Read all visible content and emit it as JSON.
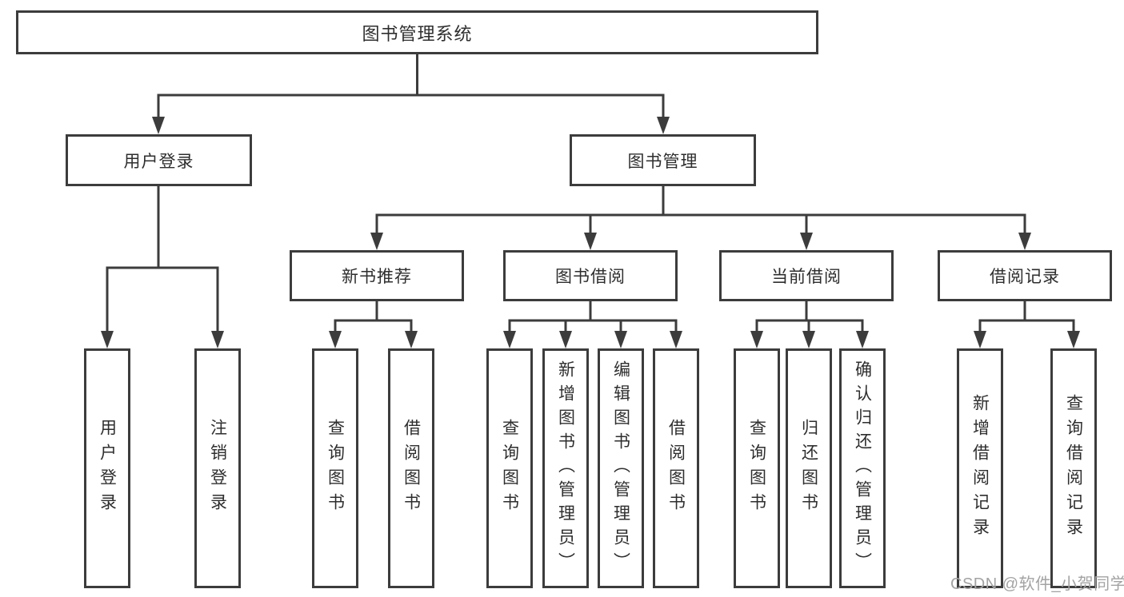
{
  "colors": {
    "background": "#ffffff",
    "box_border": "#3c3c3c",
    "box_fill": "#ffffff",
    "connector_line": "#3c3c3c",
    "text": "#2e2e2e",
    "watermark": "#a3a3a3"
  },
  "tree": {
    "label": "图书管理系统",
    "children": [
      {
        "label": "用户登录",
        "children": [
          {
            "label": "用户登录"
          },
          {
            "label": "注销登录"
          }
        ]
      },
      {
        "label": "图书管理",
        "children": [
          {
            "label": "新书推荐",
            "children": [
              {
                "label": "查询图书"
              },
              {
                "label": "借阅图书"
              }
            ]
          },
          {
            "label": "图书借阅",
            "children": [
              {
                "label": "查询图书"
              },
              {
                "label": "新增图书（管理员）"
              },
              {
                "label": "编辑图书（管理员）"
              },
              {
                "label": "借阅图书"
              }
            ]
          },
          {
            "label": "当前借阅",
            "children": [
              {
                "label": "查询图书"
              },
              {
                "label": "归还图书"
              },
              {
                "label": "确认归还（管理员）"
              }
            ]
          },
          {
            "label": "借阅记录",
            "children": [
              {
                "label": "新增借阅记录"
              },
              {
                "label": "查询借阅记录"
              }
            ]
          }
        ]
      }
    ]
  },
  "watermark": {
    "text": "CSDN @软件_小贺同学"
  }
}
